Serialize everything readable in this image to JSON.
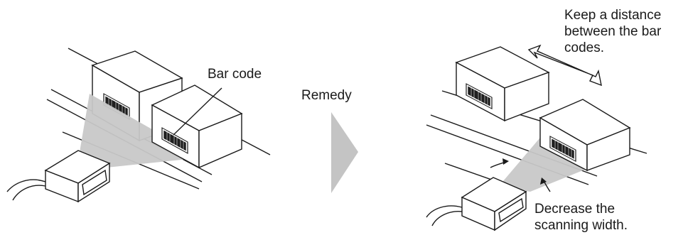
{
  "labels": {
    "bar_code": "Bar code",
    "remedy": "Remedy",
    "keep_distance": [
      "Keep a distance",
      "between the bar",
      "codes."
    ],
    "decrease_width": [
      "Decrease the",
      "scanning width."
    ]
  },
  "colors": {
    "line": "#1a1a1a",
    "box_fill": "#ffffff",
    "beam_fill": "#c8c8c8",
    "arrow_fill": "#c4c4c4",
    "barcode_fill": "#222222"
  }
}
